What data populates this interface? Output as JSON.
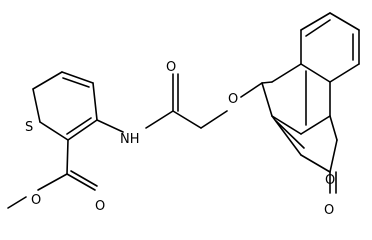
{
  "molecule": {
    "atom_labels": {
      "sulfur": "S",
      "amide_nitrogen": "NH",
      "amide_carbonyl_oxygen": "O",
      "ether_oxygen": "O",
      "ring_oxygen": "O",
      "lactone_carbonyl_oxygen": "O",
      "ester_carbonyl_oxygen": "O",
      "ester_alkoxy_oxygen": "O"
    }
  }
}
